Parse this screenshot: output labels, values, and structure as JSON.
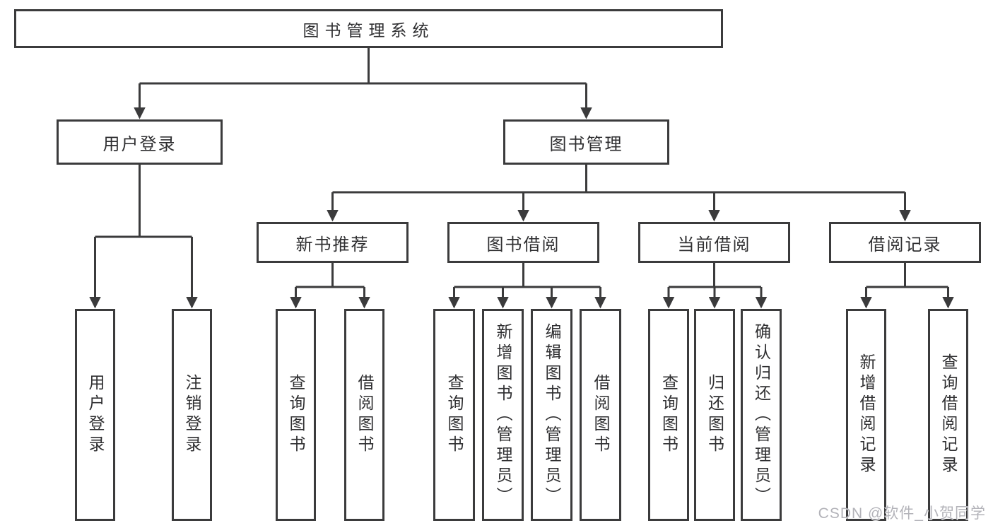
{
  "diagram": {
    "watermark": "CSDN @软件_小贺同学",
    "colors": {
      "line": "#3b3b3c",
      "text": "#2f2f31",
      "background": "#ffffff",
      "watermark": "#b3b3b9"
    },
    "tree": {
      "label": "图书管理系统",
      "children": [
        {
          "label": "用户登录",
          "children": [
            {
              "label": "用户登录"
            },
            {
              "label": "注销登录"
            }
          ]
        },
        {
          "label": "图书管理",
          "children": [
            {
              "label": "新书推荐",
              "children": [
                {
                  "label": "查询图书"
                },
                {
                  "label": "借阅图书"
                }
              ]
            },
            {
              "label": "图书借阅",
              "children": [
                {
                  "label": "查询图书"
                },
                {
                  "label": "新增图书（管理员）"
                },
                {
                  "label": "编辑图书（管理员）"
                },
                {
                  "label": "借阅图书"
                }
              ]
            },
            {
              "label": "当前借阅",
              "children": [
                {
                  "label": "查询图书"
                },
                {
                  "label": "归还图书"
                },
                {
                  "label": "确认归还（管理员）"
                }
              ]
            },
            {
              "label": "借阅记录",
              "children": [
                {
                  "label": "新增借阅记录"
                },
                {
                  "label": "查询借阅记录"
                }
              ]
            }
          ]
        }
      ]
    }
  }
}
